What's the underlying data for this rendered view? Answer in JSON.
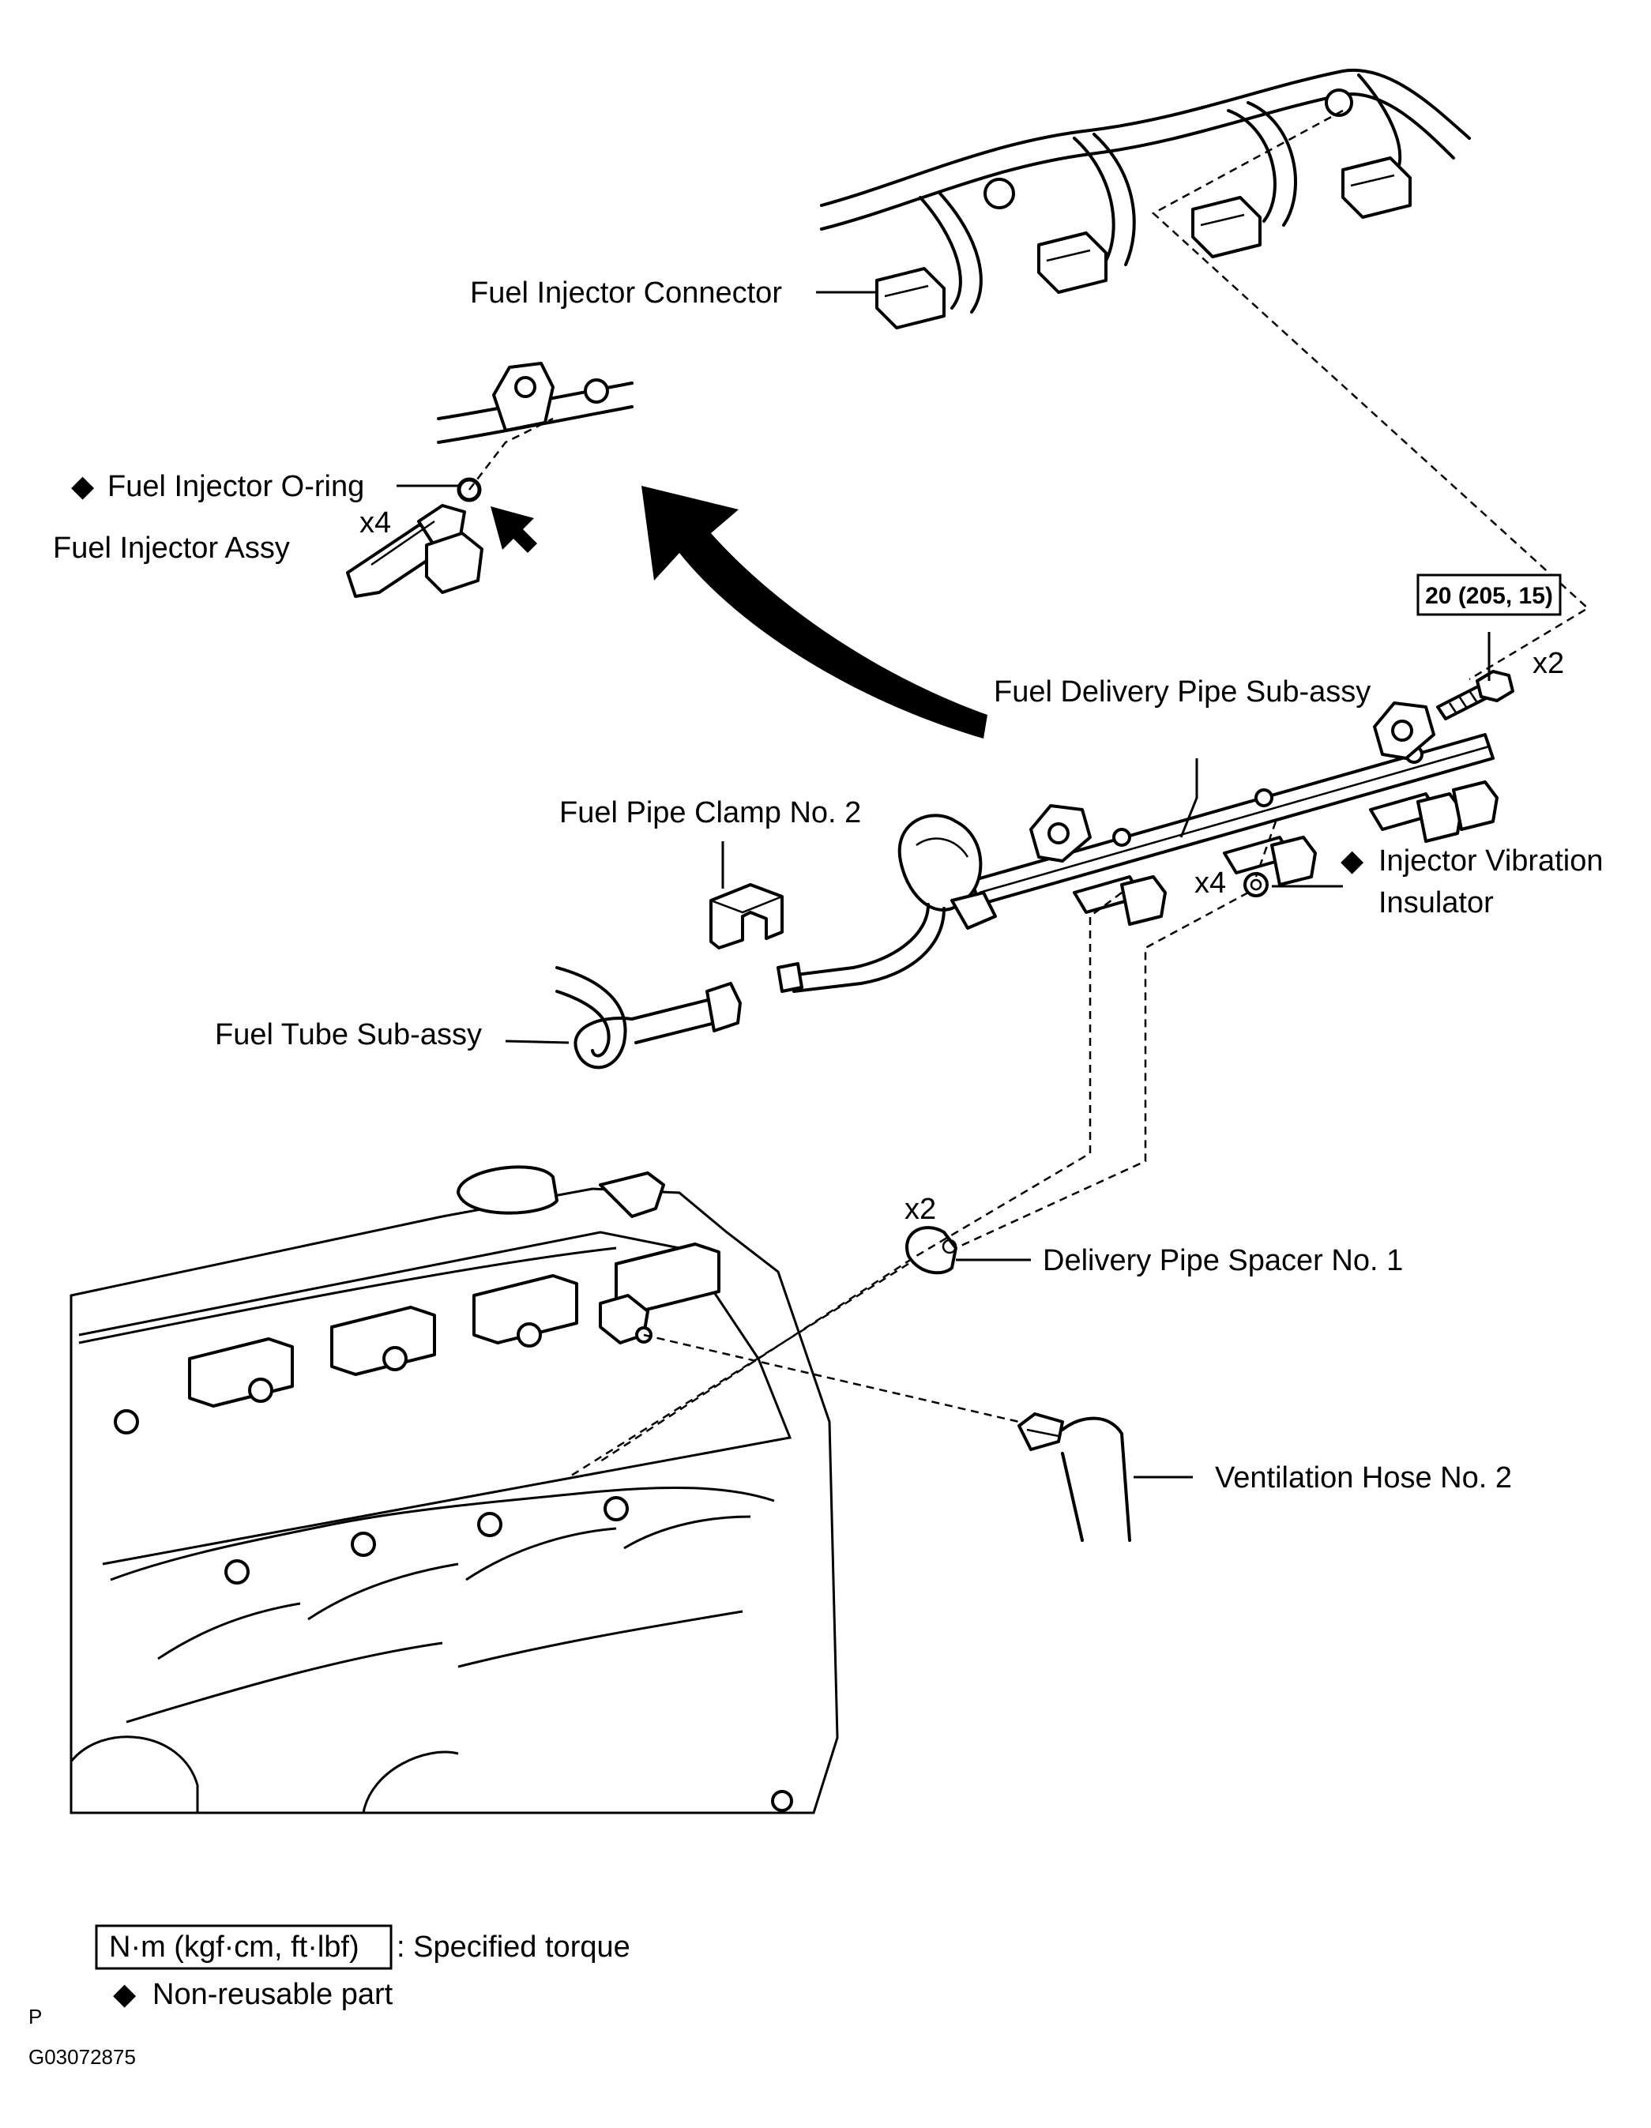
{
  "labels": {
    "fuel_injector_connector": "Fuel Injector Connector",
    "fuel_injector_oring": "Fuel Injector O-ring",
    "fuel_injector_assy": "Fuel Injector Assy",
    "injector_qty": "x4",
    "fuel_delivery_pipe": "Fuel Delivery Pipe Sub-assy",
    "fuel_pipe_clamp": "Fuel Pipe Clamp No. 2",
    "injector_vibration_insulator_1": "Injector Vibration",
    "injector_vibration_insulator_2": "Insulator",
    "insulator_qty": "x4",
    "fuel_tube": "Fuel Tube  Sub-assy",
    "delivery_pipe_spacer": "Delivery Pipe Spacer No. 1",
    "spacer_qty": "x2",
    "ventilation_hose": "Ventilation Hose No. 2",
    "bolt_qty": "x2",
    "torque_value": "20 (205, 15)"
  },
  "legend": {
    "torque_box": "N·m (kgf·cm, ft·lbf)",
    "torque_desc": ": Specified torque",
    "nonreusable_desc": "Non-reusable part",
    "diamond": "◆"
  },
  "footer": {
    "page_letter": "P",
    "figure_id": "G03072875"
  }
}
